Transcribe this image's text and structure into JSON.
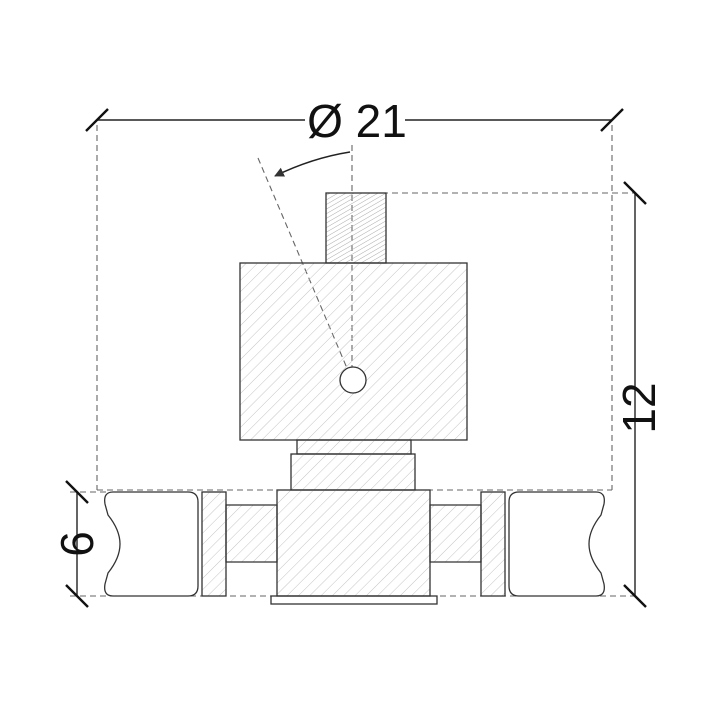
{
  "dimensions": {
    "diameter": "Ø 21",
    "height": "12",
    "thickness": "6"
  },
  "colors": {
    "line": "#333333",
    "hatch": "#bbbbbb",
    "background": "#ffffff"
  }
}
